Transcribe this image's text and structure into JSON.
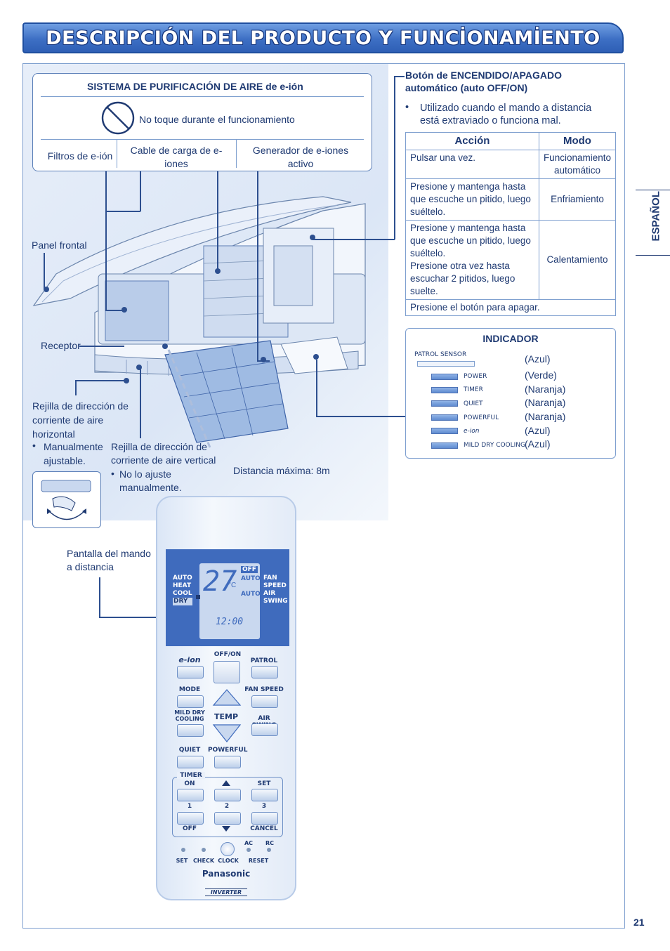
{
  "header": {
    "title": "DESCRIPCIÓN DEL PRODUCTO Y FUNCİONAMİENTO"
  },
  "language_tab": "ESPAÑOL",
  "page_number": "21",
  "eion_box": {
    "title": "SISTEMA DE PURIFICACIÓN DE AIRE de e-ión",
    "warning": "No toque durante el funcionamiento",
    "cols": [
      "Filtros de e-ión",
      "Cable de carga de e-iones",
      "Generador de e-iones activo"
    ]
  },
  "labels": {
    "panel_frontal": "Panel frontal",
    "receptor": "Receptor",
    "horizontal_title": "Rejilla de dirección de corriente de aire horizontal",
    "horizontal_note": "Manualmente ajustable.",
    "vertical_title": "Rejilla de dirección de corriente de aire vertical",
    "vertical_note": "No lo ajuste manualmente.",
    "distance": "Distancia máxima: 8m",
    "remote_display": "Pantalla del mando a distancia"
  },
  "auto_button": {
    "title": "Botón de ENCENDIDO/APAGADO automático (auto OFF/ON)",
    "note": "Utilizado cuando el mando a distancia está extraviado o funciona mal.",
    "headers": [
      "Acción",
      "Modo"
    ],
    "rows": [
      {
        "accion": "Pulsar una vez.",
        "modo": "Funcionamiento automático"
      },
      {
        "accion": "Presione y mantenga hasta que escuche un pitido, luego suéltelo.",
        "modo": "Enfriamiento"
      },
      {
        "accion": "Presione y mantenga hasta que escuche un pitido, luego suéltelo.",
        "accion2": "Presione otra vez hasta escuchar 2 pitidos, luego suelte.",
        "modo": "Calentamiento"
      },
      {
        "accion": "Presione el botón para apagar."
      }
    ]
  },
  "indicator": {
    "title": "INDICADOR",
    "items": [
      {
        "name": "PATROL SENSOR",
        "color": "(Azul)"
      },
      {
        "name": "POWER",
        "color": "(Verde)"
      },
      {
        "name": "TIMER",
        "color": "(Naranja)"
      },
      {
        "name": "QUIET",
        "color": "(Naranja)"
      },
      {
        "name": "POWERFUL",
        "color": "(Naranja)"
      },
      {
        "name": "e-ion",
        "color": "(Azul)"
      },
      {
        "name": "MILD DRY COOLING",
        "color": "(Azul)"
      }
    ]
  },
  "remote": {
    "modes": [
      "AUTO",
      "HEAT",
      "COOL",
      "DRY"
    ],
    "temp": "27",
    "unit": "°C",
    "off": "OFF",
    "auto1": "AUTO",
    "auto2": "AUTO",
    "fan": [
      "FAN",
      "SPEED",
      "AIR",
      "SWING"
    ],
    "clock": "12:00",
    "buttons": {
      "eion": "e-ion",
      "offon": "OFF/ON",
      "patrol": "PATROL",
      "mode": "MODE",
      "fan_speed": "FAN SPEED",
      "mild": "MILD DRY COOLING",
      "temp": "TEMP",
      "air_swing": "AIR SWING",
      "quiet": "QUIET",
      "powerful": "POWERFUL",
      "timer": "TIMER",
      "on": "ON",
      "set": "SET",
      "n1": "1",
      "n2": "2",
      "n3": "3",
      "off": "OFF",
      "cancel": "CANCEL",
      "ac": "AC",
      "rc": "RC",
      "set2": "SET",
      "check": "CHECK",
      "clock": "CLOCK",
      "reset": "RESET"
    },
    "brand": "Panasonic",
    "inverter": "INVERTER"
  },
  "colors": {
    "accent": "#2e5fb5",
    "text": "#1f3a72",
    "border": "#7e9fcf"
  }
}
